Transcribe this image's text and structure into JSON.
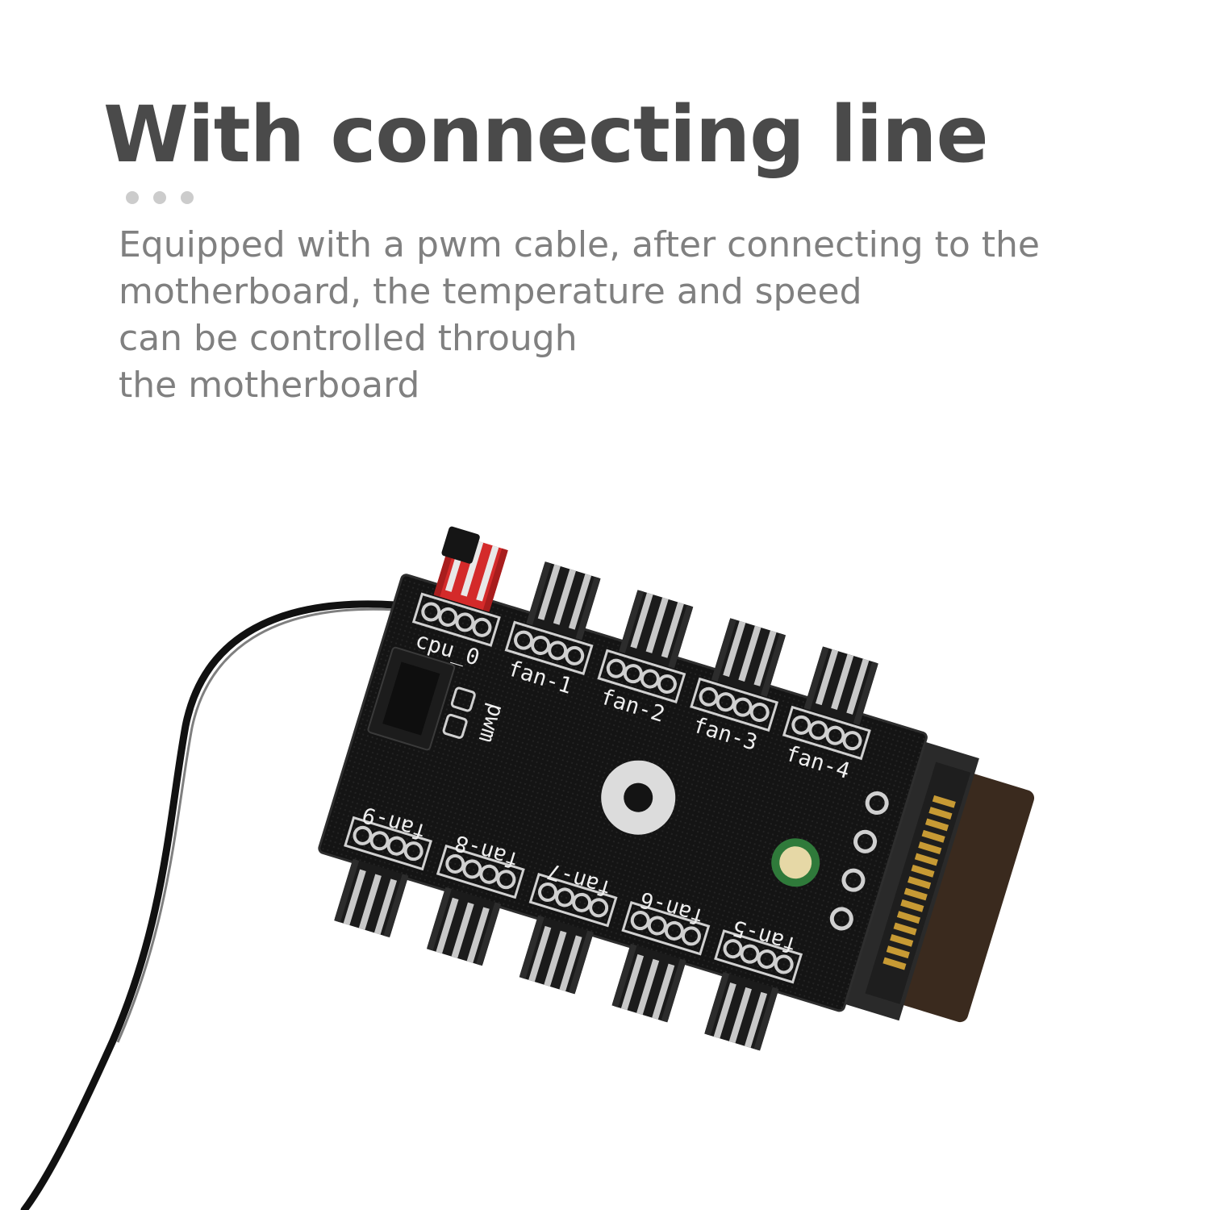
{
  "headline": "With connecting line",
  "description": [
    "Equipped with a pwm cable, after connecting to the",
    "motherboard, the temperature and speed",
    "can be controlled through",
    "the motherboard"
  ],
  "board_labels": {
    "cpu": "cpu_0",
    "pwm": "pwm",
    "top_fans": [
      "fan-1",
      "fan-2",
      "fan-3",
      "fan-4"
    ],
    "bottom_fans": [
      "fan-5",
      "fan-6",
      "fan-7",
      "fan-8",
      "fan-9"
    ]
  },
  "colors": {
    "headline": "#4a4a4a",
    "body_text": "#808080",
    "dots": "#cccccc",
    "pcb": "#141414",
    "header_red": "#d42a2a"
  }
}
